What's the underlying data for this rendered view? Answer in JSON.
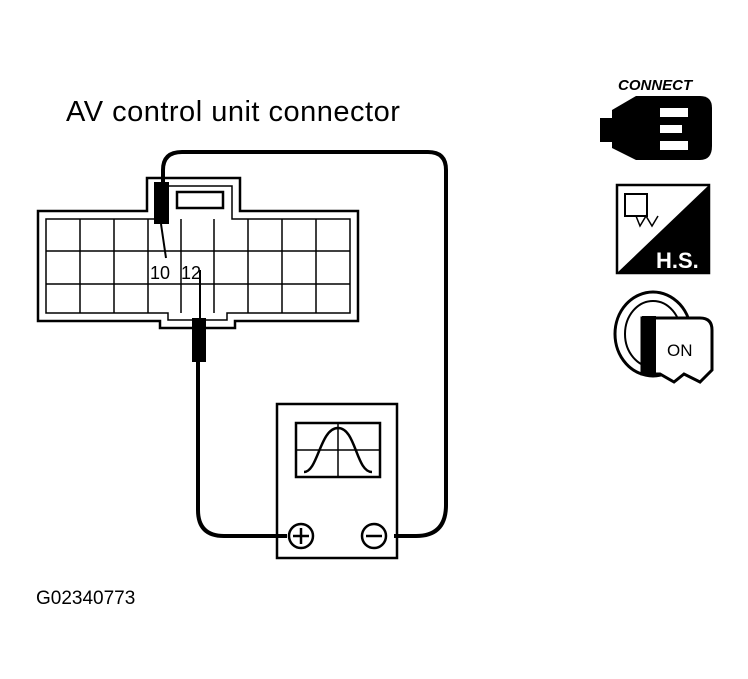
{
  "title": "AV control unit connector",
  "pins": {
    "left": "10",
    "right": "12"
  },
  "meter": {
    "plus_symbol": "+",
    "minus_symbol": "−"
  },
  "icons": {
    "connect_label": "CONNECT",
    "harness_label": "H.S.",
    "ignition_label": "ON",
    "connect_icon": "connector-plug-icon",
    "harness_icon": "harness-side-icon",
    "ignition_icon": "ignition-key-on-icon"
  },
  "figure_id": "G02340773"
}
